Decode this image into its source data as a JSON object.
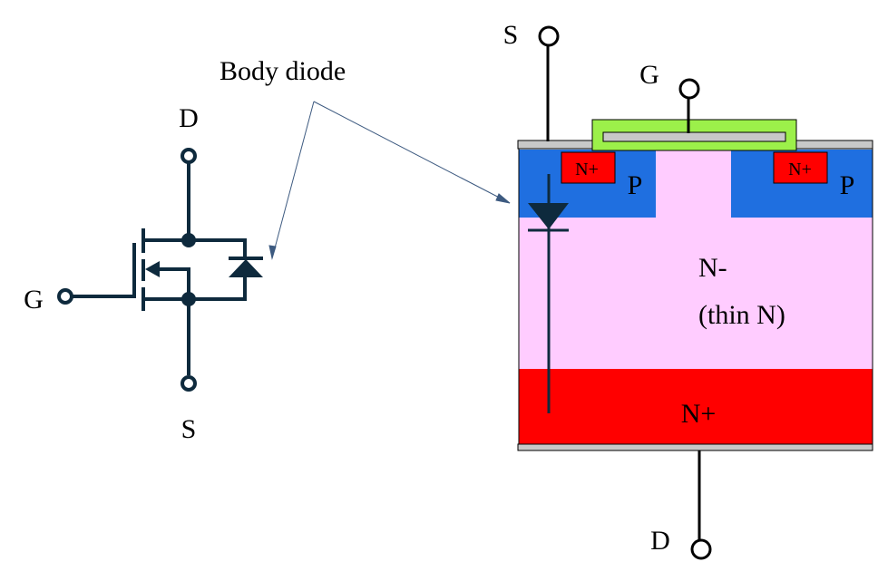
{
  "annotation": {
    "text": "Body diode"
  },
  "symbol": {
    "drain_label": "D",
    "gate_label": "G",
    "source_label": "S"
  },
  "cross_section": {
    "source_label": "S",
    "gate_label": "G",
    "drain_label": "D",
    "left_nplus_label": "N+",
    "left_p_label": "P",
    "right_nplus_label": "N+",
    "right_p_label": "P",
    "drift_label_line1": "N-",
    "drift_label_line2": "(thin N)",
    "substrate_label": "N+"
  },
  "colors": {
    "wire": "#0e2a3d",
    "p_region": "#1f6fe0",
    "n_plus": "#ff0000",
    "n_minus": "#ffccff",
    "gate_oxide": "#9cf04a",
    "metal": "#c8c8c8",
    "annotation_arrow": "#3d5a80"
  }
}
